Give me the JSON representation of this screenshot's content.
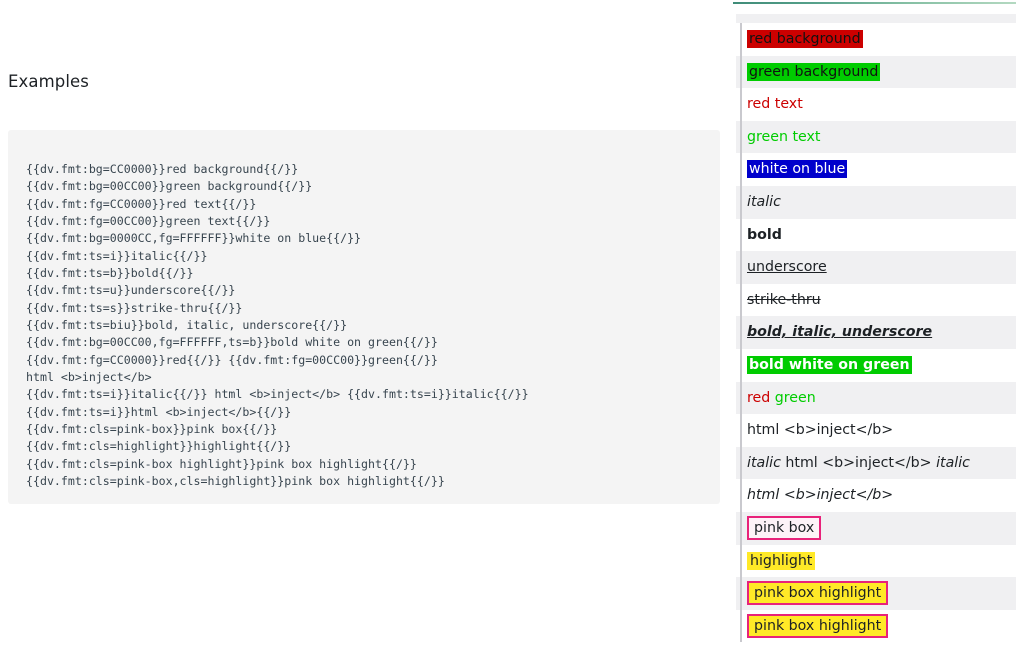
{
  "page": {
    "title": "Examples"
  },
  "code_block": {
    "lines": [
      "{{dv.fmt:bg=CC0000}}red background{{/}}",
      "{{dv.fmt:bg=00CC00}}green background{{/}}",
      "{{dv.fmt:fg=CC0000}}red text{{/}}",
      "{{dv.fmt:fg=00CC00}}green text{{/}}",
      "{{dv.fmt:bg=0000CC,fg=FFFFFF}}white on blue{{/}}",
      "{{dv.fmt:ts=i}}italic{{/}}",
      "{{dv.fmt:ts=b}}bold{{/}}",
      "{{dv.fmt:ts=u}}underscore{{/}}",
      "{{dv.fmt:ts=s}}strike-thru{{/}}",
      "{{dv.fmt:ts=biu}}bold, italic, underscore{{/}}",
      "{{dv.fmt:bg=00CC00,fg=FFFFFF,ts=b}}bold white on green{{/}}",
      "{{dv.fmt:fg=CC0000}}red{{/}} {{dv.fmt:fg=00CC00}}green{{/}}",
      "html <b>inject</b>",
      "{{dv.fmt:ts=i}}italic{{/}} html <b>inject</b> {{dv.fmt:ts=i}}italic{{/}}",
      "{{dv.fmt:ts=i}}html <b>inject</b>{{/}}",
      "{{dv.fmt:cls=pink-box}}pink box{{/}}",
      "{{dv.fmt:cls=highlight}}highlight{{/}}",
      "{{dv.fmt:cls=pink-box highlight}}pink box highlight{{/}}",
      "{{dv.fmt:cls=pink-box,cls=highlight}}pink box highlight{{/}}"
    ]
  },
  "preview": {
    "rows": [
      {
        "id": "red-background",
        "text": "red background"
      },
      {
        "id": "green-background",
        "text": "green background"
      },
      {
        "id": "red-text",
        "text": "red text"
      },
      {
        "id": "green-text",
        "text": "green text"
      },
      {
        "id": "white-on-blue",
        "text": "white on blue"
      },
      {
        "id": "italic",
        "text": "italic"
      },
      {
        "id": "bold",
        "text": "bold"
      },
      {
        "id": "underscore",
        "text": "underscore"
      },
      {
        "id": "strike-thru",
        "text": "strike-thru"
      },
      {
        "id": "bold-italic-underscore",
        "text": "bold, italic, underscore"
      },
      {
        "id": "bold-white-on-green",
        "text": "bold white on green"
      },
      {
        "id": "red-green",
        "text_red": "red",
        "text_green": "green"
      },
      {
        "id": "html-inject",
        "text": "html <b>inject</b>"
      },
      {
        "id": "italic-html-inject-italic",
        "text_a": "italic",
        "text_b": "html <b>inject</b>",
        "text_c": "italic"
      },
      {
        "id": "italic-html-inject",
        "text": "html <b>inject</b>"
      },
      {
        "id": "pink-box",
        "text": "pink box"
      },
      {
        "id": "highlight",
        "text": "highlight"
      },
      {
        "id": "pink-box-highlight-1",
        "text": "pink box highlight"
      },
      {
        "id": "pink-box-highlight-2",
        "text": "pink box highlight"
      }
    ]
  },
  "colors": {
    "red": "#CC0000",
    "green": "#00CC00",
    "blue": "#0000CC",
    "white": "#FFFFFF",
    "pink_box_border": "#E8227A",
    "highlight": "#FFE927",
    "stripe": "#F0F0F2",
    "code_bg": "#F4F4F4",
    "top_rule": "#3F8C78"
  }
}
